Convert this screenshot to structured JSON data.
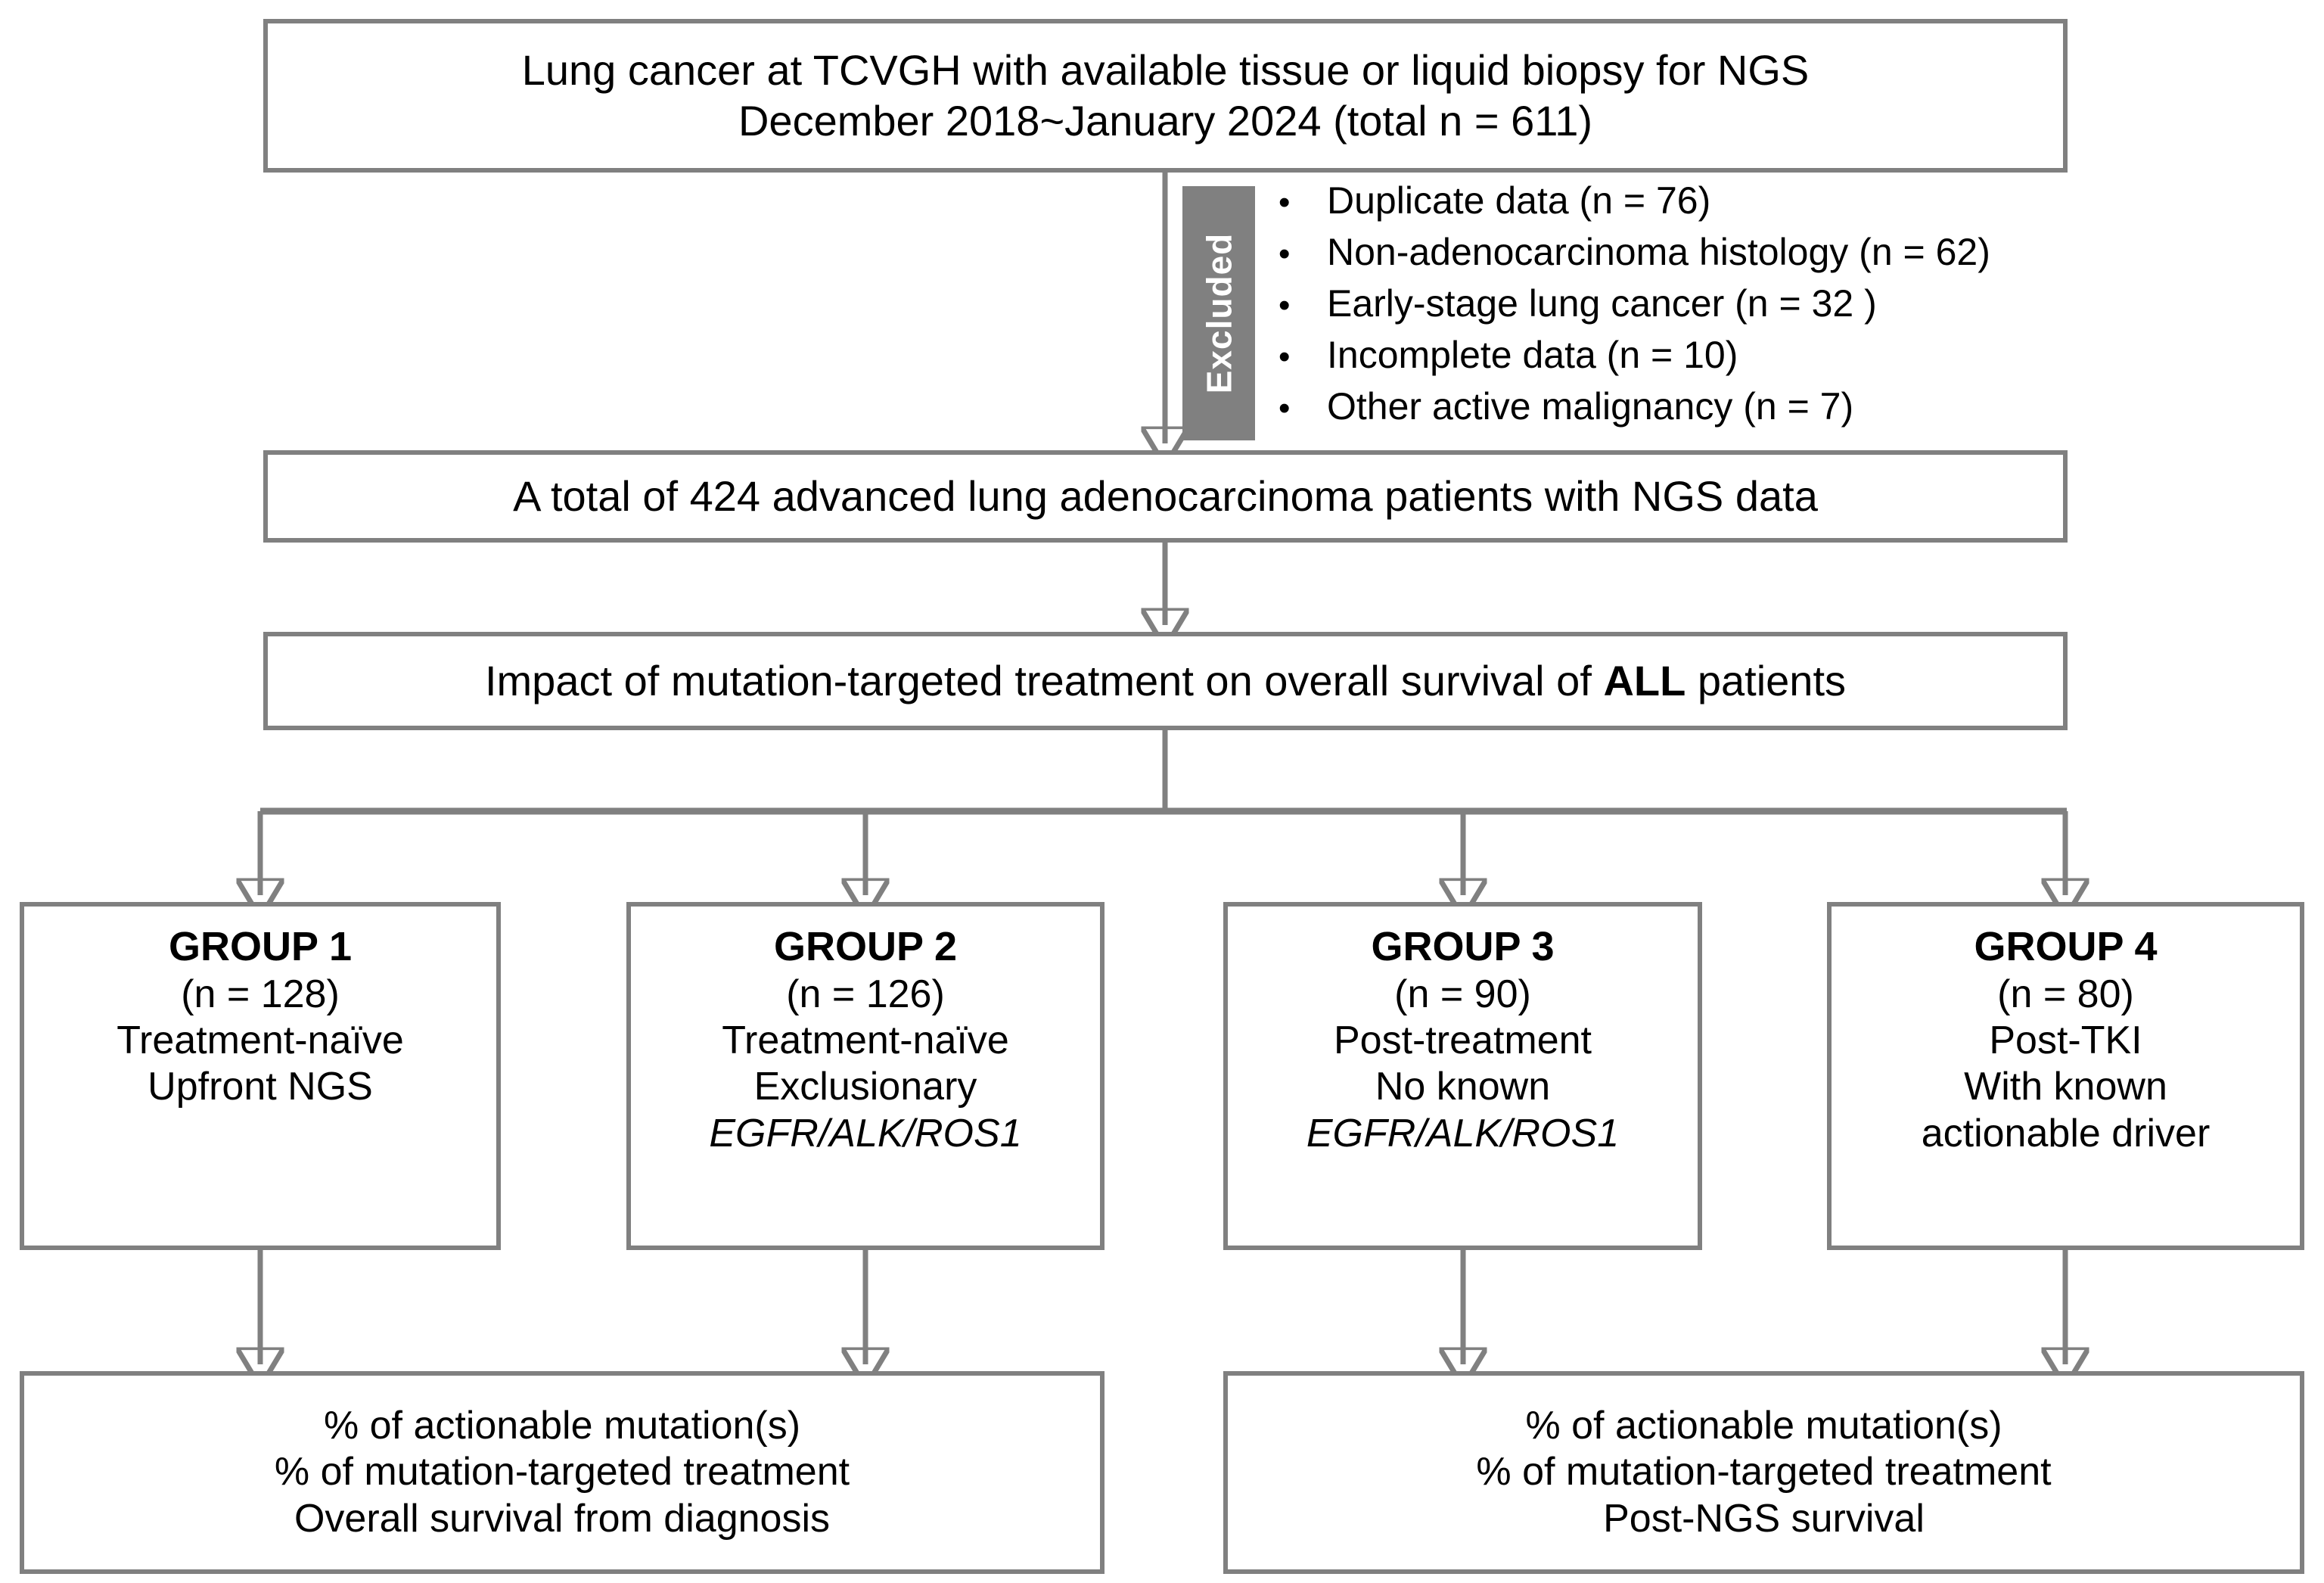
{
  "figure": {
    "type": "flowchart",
    "title": "Patient selection and study group flow diagram",
    "colors": {
      "box_border": "#808080",
      "box_fill": "#ffffff",
      "text": "#000000",
      "ribbon_fill": "#808080",
      "ribbon_text": "#ffffff",
      "connector": "#808080"
    }
  },
  "source_box": {
    "line1": "Lung cancer at TCVGH with available tissue or liquid biopsy for NGS",
    "line2": "December 2018~January 2024 (total n = 611)"
  },
  "excluded": {
    "ribbon_label": "Excluded",
    "items": [
      "Duplicate data (n = 76)",
      "Non-adenocarcinoma histology (n = 62)",
      "Early-stage lung cancer (n = 32 )",
      "Incomplete data (n = 10)",
      "Other active malignancy (n = 7)"
    ],
    "bullet_glyph": "•"
  },
  "cohort_box": {
    "line1": "A total of 424 advanced lung adenocarcinoma patients with NGS data"
  },
  "analysis_box": {
    "prefix": "Impact of mutation-targeted treatment on overall survival of ",
    "emphasis": "ALL",
    "suffix": " patients"
  },
  "groups": [
    {
      "title": "GROUP 1",
      "n_label": "(n = 128)",
      "n_value": 128,
      "lines": [
        "Treatment-naïve",
        "Upfront NGS"
      ],
      "italic_line": ""
    },
    {
      "title": "GROUP 2",
      "n_label": "(n = 126)",
      "n_value": 126,
      "lines": [
        "Treatment-naïve",
        "Exclusionary"
      ],
      "italic_line": "EGFR/ALK/ROS1"
    },
    {
      "title": "GROUP 3",
      "n_label": "(n = 90)",
      "n_value": 90,
      "lines": [
        "Post-treatment",
        "No known"
      ],
      "italic_line": "EGFR/ALK/ROS1"
    },
    {
      "title": "GROUP 4",
      "n_label": "(n = 80)",
      "n_value": 80,
      "lines": [
        "Post-TKI",
        "With known",
        "actionable driver"
      ],
      "italic_line": ""
    }
  ],
  "outcomes": [
    {
      "line1": "% of actionable mutation(s)",
      "line2": "% of mutation-targeted treatment",
      "line3": "Overall survival from diagnosis"
    },
    {
      "line1": "% of actionable mutation(s)",
      "line2": "% of mutation-targeted treatment",
      "line3": "Post-NGS survival"
    }
  ]
}
